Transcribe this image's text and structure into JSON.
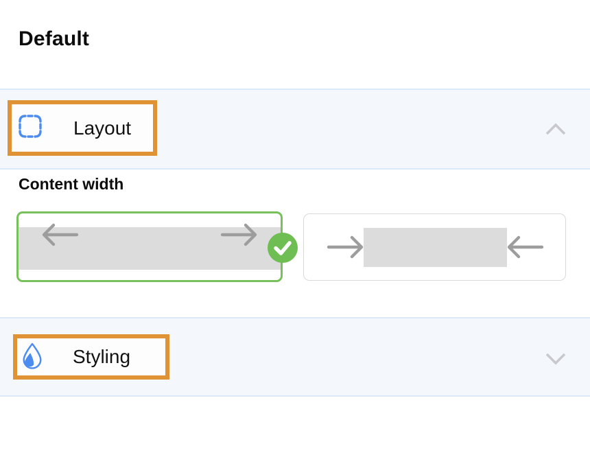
{
  "page": {
    "title": "Default"
  },
  "sections": {
    "layout": {
      "label": "Layout",
      "icon": "dashed-frame-icon",
      "state": "expanded",
      "chevron": "up"
    },
    "styling": {
      "label": "Styling",
      "icon": "water-drop-icon",
      "state": "collapsed",
      "chevron": "down"
    }
  },
  "layout_panel": {
    "content_width_label": "Content width",
    "options": [
      {
        "name": "full-width",
        "selected": true
      },
      {
        "name": "boxed-width",
        "selected": false
      }
    ]
  },
  "colors": {
    "annotation_orange": "#df9334",
    "selected_green": "#77c15a",
    "badge_green": "#6fbe53",
    "icon_blue": "#4c8cf0",
    "bar_background": "#f4f8fd",
    "bar_border": "#dbe8f8",
    "placeholder_gray": "#dcdcdc",
    "arrow_gray": "#9d9d9d",
    "chevron_gray": "#c9c9cd",
    "card_border_gray": "#d9d9d9"
  }
}
